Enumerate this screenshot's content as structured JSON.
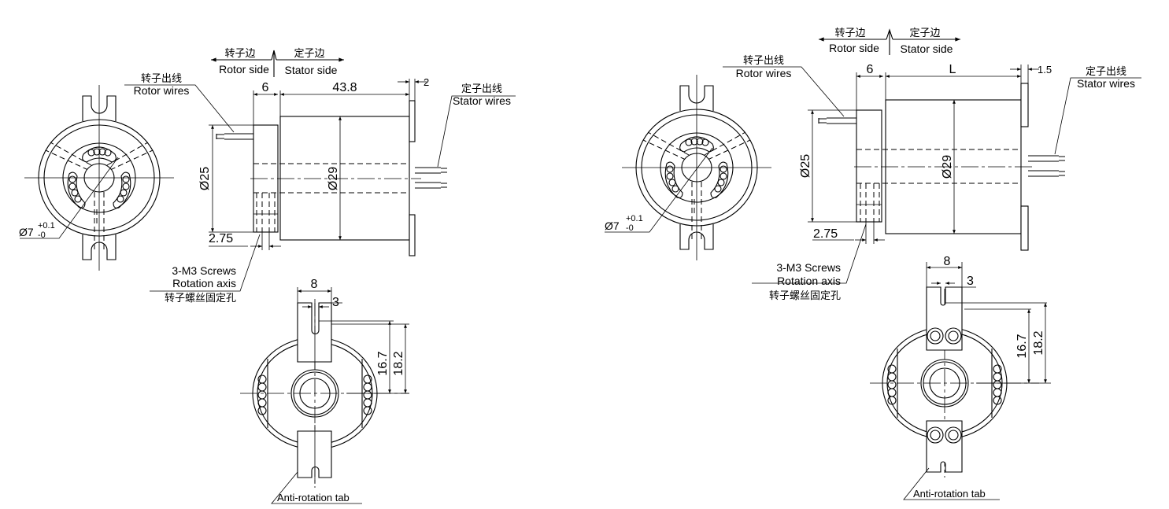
{
  "left": {
    "header": {
      "rotor_side_cn": "转子边",
      "stator_side_cn": "定子边",
      "rotor_side": "Rotor side",
      "stator_side": "Stator side"
    },
    "rotor_wires_cn": "转子出线",
    "rotor_wires": "Rotor wires",
    "stator_wires_cn": "定子出线",
    "stator_wires": "Stator wires",
    "dim_rotor_len": "6",
    "dim_body_len": "43.8",
    "dim_flange": "2",
    "dim_d25": "Ø25",
    "dim_d29": "Ø29",
    "dim_275": "2.75",
    "bore": "Ø7",
    "bore_tol_plus": "+0.1",
    "bore_tol_minus": "-0",
    "screws": "3-M3 Screws",
    "rotation_axis": "Rotation axis",
    "screws_cn": "转子螺丝固定孔",
    "tab_width": "8",
    "slot_width": "3",
    "dim_167": "16.7",
    "dim_182": "18.2",
    "anti_rotation": "Anti-rotation tab"
  },
  "right": {
    "header": {
      "rotor_side_cn": "转子边",
      "stator_side_cn": "定子边",
      "rotor_side": "Rotor side",
      "stator_side": "Stator side"
    },
    "rotor_wires_cn": "转子出线",
    "rotor_wires": "Rotor wires",
    "stator_wires_cn": "定子出线",
    "stator_wires": "Stator wires",
    "dim_rotor_len": "6",
    "dim_body_len": "L",
    "dim_flange": "1.5",
    "dim_d25": "Ø25",
    "dim_d29": "Ø29",
    "dim_275": "2.75",
    "bore": "Ø7",
    "bore_tol_plus": "+0.1",
    "bore_tol_minus": "-0",
    "screws": "3-M3 Screws",
    "rotation_axis": "Rotation axis",
    "screws_cn": "转子螺丝固定孔",
    "tab_width": "8",
    "slot_width": "3",
    "dim_167": "16.7",
    "dim_182": "18.2",
    "anti_rotation": "Anti-rotation tab"
  }
}
